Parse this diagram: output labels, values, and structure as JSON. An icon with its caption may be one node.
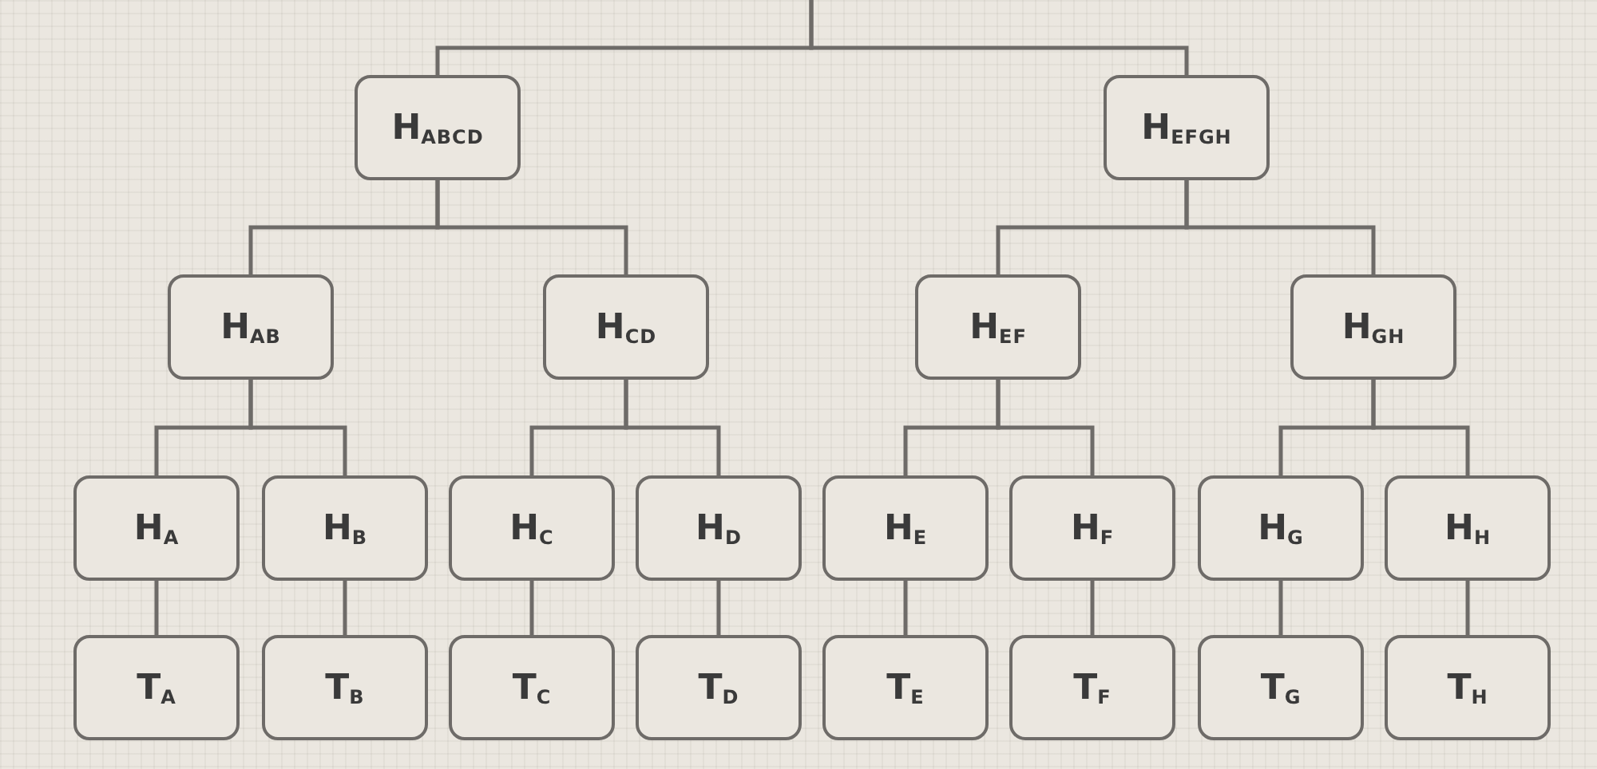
{
  "diagram": {
    "nodes": [
      {
        "text": [
          "H$_{ABCD}$"
        ]
      },
      {
        "text": [
          "H$_{EFGH}$"
        ]
      },
      {
        "text": [
          "H$_{AB}$"
        ]
      },
      {
        "text": [
          "H$_{CD}$"
        ]
      },
      {
        "text": [
          "H$_{EF}$"
        ]
      },
      {
        "text": [
          "H$_{GH}$"
        ]
      },
      {
        "text": [
          "H$_{A}$"
        ]
      },
      {
        "text": [
          "H$_{B}$"
        ]
      },
      {
        "text": [
          "H$_{C}$"
        ]
      },
      {
        "text": [
          "H$_{D}$"
        ]
      },
      {
        "text": [
          "H$_{E}$"
        ]
      },
      {
        "text": [
          "H$_{F}$"
        ]
      },
      {
        "text": [
          "H$_{G}$"
        ]
      },
      {
        "text": [
          "H$_{H}$"
        ]
      },
      {
        "text": [
          "T$_{A}$"
        ]
      },
      {
        "text": [
          "T$_{B}$"
        ]
      },
      {
        "text": [
          "T$_{C}$"
        ]
      },
      {
        "text": [
          "T$_{D}$"
        ]
      },
      {
        "text": [
          "T$_{E}$"
        ]
      },
      {
        "text": [
          "T$_{F}$"
        ]
      },
      {
        "text": [
          "T$_{G}$"
        ]
      },
      {
        "text": [
          "T$_{H}$"
        ]
      }
    ],
    "edges": [
      {
        "from": null,
        "to": 0,
        "arrow": "none"
      },
      {
        "from": null,
        "to": 1,
        "arrow": "none"
      },
      {
        "from": 0,
        "to": 2,
        "arrow": "none"
      },
      {
        "from": 0,
        "to": 3,
        "arrow": "none"
      },
      {
        "from": 1,
        "to": 4,
        "arrow": "none"
      },
      {
        "from": 1,
        "to": 5,
        "arrow": "none"
      },
      {
        "from": 2,
        "to": 6,
        "arrow": "none"
      },
      {
        "from": 2,
        "to": 7,
        "arrow": "none"
      },
      {
        "from": 3,
        "to": 8,
        "arrow": "none"
      },
      {
        "from": 3,
        "to": 9,
        "arrow": "none"
      },
      {
        "from": 4,
        "to": 10,
        "arrow": "none"
      },
      {
        "from": 4,
        "to": 11,
        "arrow": "none"
      },
      {
        "from": 5,
        "to": 12,
        "arrow": "none"
      },
      {
        "from": 5,
        "to": 13,
        "arrow": "none"
      },
      {
        "from": 6,
        "to": 14,
        "arrow": "none"
      },
      {
        "from": 7,
        "to": 15,
        "arrow": "none"
      },
      {
        "from": 8,
        "to": 16,
        "arrow": "none"
      },
      {
        "from": 9,
        "to": 17,
        "arrow": "none"
      },
      {
        "from": 10,
        "to": 18,
        "arrow": "none"
      },
      {
        "from": 11,
        "to": 19,
        "arrow": "none"
      },
      {
        "from": 12,
        "to": 20,
        "arrow": "none"
      },
      {
        "from": 13,
        "to": 21,
        "arrow": "none"
      }
    ]
  }
}
